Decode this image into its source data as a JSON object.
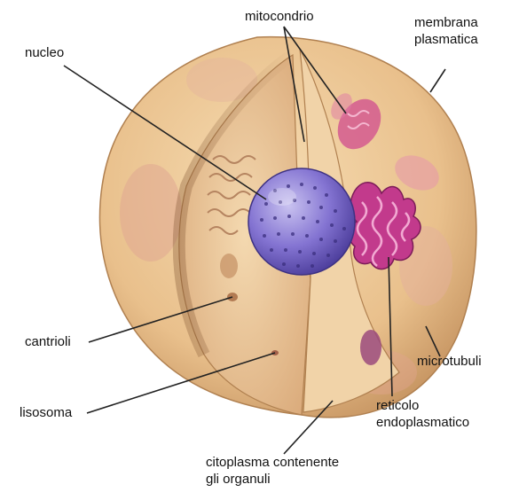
{
  "labels": {
    "nucleo": "nucleo",
    "mitocondrio": "mitocondrio",
    "membrana_1": "membrana",
    "membrana_2": "plasmatica",
    "cantrioli": "cantrioli",
    "lisosoma": "lisosoma",
    "microtubuli": "microtubuli",
    "reticolo_1": "reticolo",
    "reticolo_2": "endoplasmatico",
    "citoplasma_1": "citoplasma contenente",
    "citoplasma_2": "gli organuli"
  },
  "colors": {
    "cell_outer": "#e8c08a",
    "cell_inner": "#f0d2a4",
    "cut_face": "#ecc79c",
    "nucleus": "#7f6fd0",
    "nucleus_dots": "#3a2e7e",
    "endoplasmic_reticulum": "#c23a8c",
    "mitochondria": "#d45a8f",
    "leader_line": "#222222"
  }
}
